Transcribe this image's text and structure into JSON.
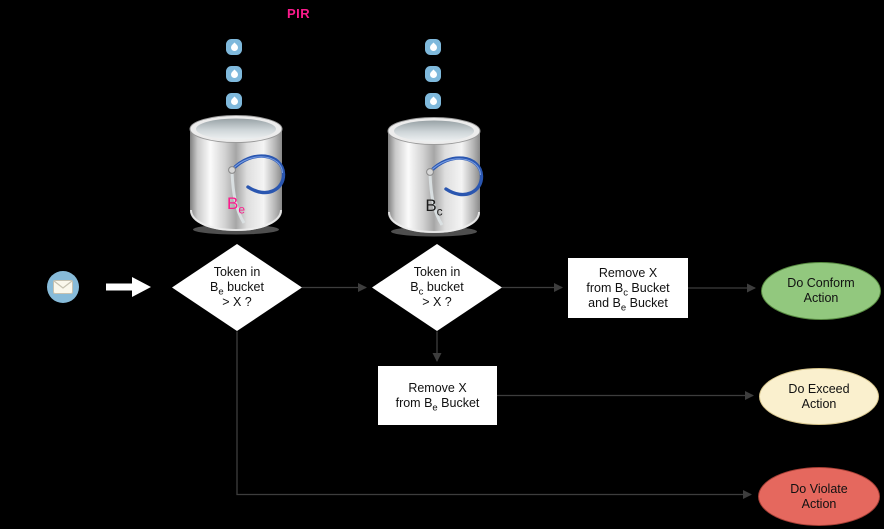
{
  "header": {
    "pir_label": "PIR"
  },
  "buckets": {
    "be": {
      "label": "B_{e}"
    },
    "bc": {
      "label": "B_{c}"
    }
  },
  "nodes": {
    "decision_be": {
      "lines": [
        "Token in",
        "B_{e} bucket",
        "> X ?"
      ]
    },
    "decision_bc": {
      "lines": [
        "Token in",
        "B_{c} bucket",
        "> X ?"
      ]
    },
    "remove_both": {
      "lines": [
        "Remove X",
        "from B_{c} Bucket",
        "and B_{e} Bucket"
      ]
    },
    "remove_be": {
      "lines": [
        "Remove X",
        "from B_{e} Bucket"
      ]
    },
    "conform": {
      "lines": [
        "Do Conform",
        "Action"
      ]
    },
    "exceed": {
      "lines": [
        "Do Exceed",
        "Action"
      ]
    },
    "violate": {
      "lines": [
        "Do Violate",
        "Action"
      ]
    }
  },
  "icons": {
    "packet": "envelope-icon",
    "drip": "water-drop-icon"
  },
  "colors": {
    "background": "#000000",
    "pir_label": "#FB1A8C",
    "bucket_be_label": "#FB1A8C",
    "bucket_bc_label": "#1c1c1c",
    "water_drop": "#7FB9DC",
    "packet_icon_bg": "#87BBD9",
    "bucket_handle": "#2A56B0",
    "connector": "#3d3d3d",
    "input_arrow": "#ffffff",
    "conform_fill": "#92C87E",
    "conform_border": "#55883f",
    "exceed_fill": "#FAF0CE",
    "exceed_border": "#d6c48c",
    "violate_fill": "#E5685E",
    "violate_border": "#a43e35"
  }
}
